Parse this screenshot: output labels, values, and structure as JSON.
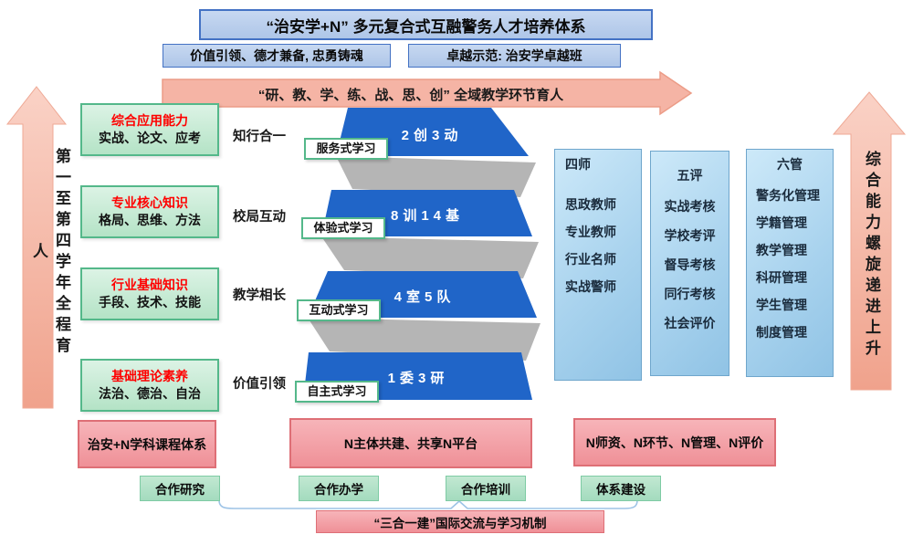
{
  "title": "“治安学+N” 多元复合式互融警务人才培养体系",
  "banners": {
    "values": "价值引领、德才兼备, 忠勇铸魂",
    "excellence": "卓越示范: 治安学卓越班"
  },
  "arrows": {
    "top": "“研、教、学、练、战、思、创” 全域教学环节育人",
    "left": "第一至第四学年全程育人",
    "right": "综合能力螺旋递进上升"
  },
  "levels": [
    {
      "heading": "综合应用能力",
      "detail": "实战、论文、应考",
      "bridge": "知行合一",
      "learning": "服务式学习",
      "tier": "2创3动"
    },
    {
      "heading": "专业核心知识",
      "detail": "格局、思维、方法",
      "bridge": "校局互动",
      "learning": "体验式学习",
      "tier": "8训14基"
    },
    {
      "heading": "行业基础知识",
      "detail": "手段、技术、技能",
      "bridge": "教学相长",
      "learning": "互动式学习",
      "tier": "4室5队"
    },
    {
      "heading": "基础理论素养",
      "detail": "法治、德治、自治",
      "bridge": "价值引领",
      "learning": "自主式学习",
      "tier": "1委3研"
    }
  ],
  "columns": [
    {
      "header": "四师",
      "items": [
        "思政教师",
        "专业教师",
        "行业名师",
        "实战警师"
      ]
    },
    {
      "header": "五评",
      "items": [
        "实战考核",
        "学校考评",
        "督导考核",
        "同行考核",
        "社会评价"
      ]
    },
    {
      "header": "六管",
      "items": [
        "警务化管理",
        "学籍管理",
        "教学管理",
        "科研管理",
        "学生管理",
        "制度管理"
      ]
    }
  ],
  "bottom": {
    "curriculum": "治安+N学科课程体系",
    "platform": "N主体共建、共享N平台",
    "resources": "N师资、N环节、N管理、N评价",
    "cooperation": [
      "合作研究",
      "合作办学",
      "合作培训",
      "体系建设"
    ],
    "mechanism": "“三合一建”国际交流与学习机制"
  },
  "colors": {
    "title_box_fill": "#BACFEC",
    "title_box_border": "#4472C4",
    "salmon_fill": "#F5B4A5",
    "salmon_border": "#EC9C87",
    "level_green_fill": "#C9ECD6",
    "level_green_border": "#54B88A",
    "tier_blue": "#2065C8",
    "ribbon_gray": "#B5B5B5",
    "column_fill": "#A9D3EE",
    "column_border": "#6FA6CC",
    "pink_fill": "#F4A3A8",
    "pink_border": "#DE6F76",
    "coop_green_fill": "#AEE0C6",
    "heading_red": "#FF0000",
    "connector_blue": "#9DC3E6"
  }
}
